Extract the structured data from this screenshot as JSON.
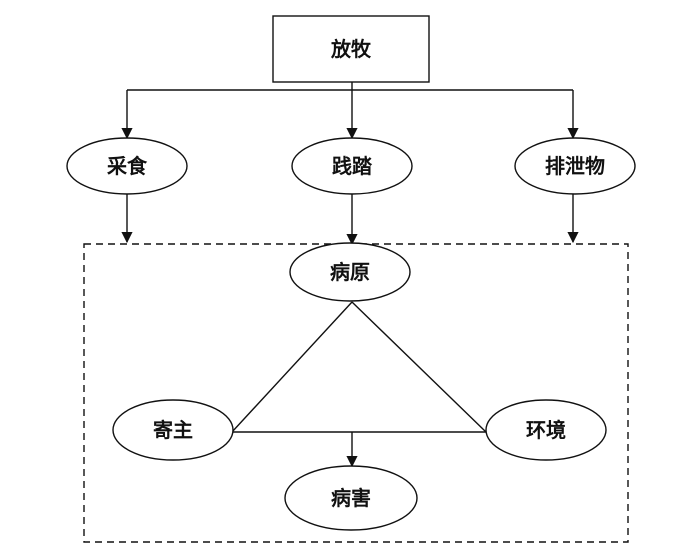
{
  "nodes": {
    "grazing": "放牧",
    "feeding": "采食",
    "trampling": "践踏",
    "excreta": "排泄物",
    "pathogen": "病原",
    "host": "寄主",
    "environment": "环境",
    "disease": "病害"
  },
  "colors": {
    "stroke": "#111111",
    "background": "#ffffff"
  }
}
